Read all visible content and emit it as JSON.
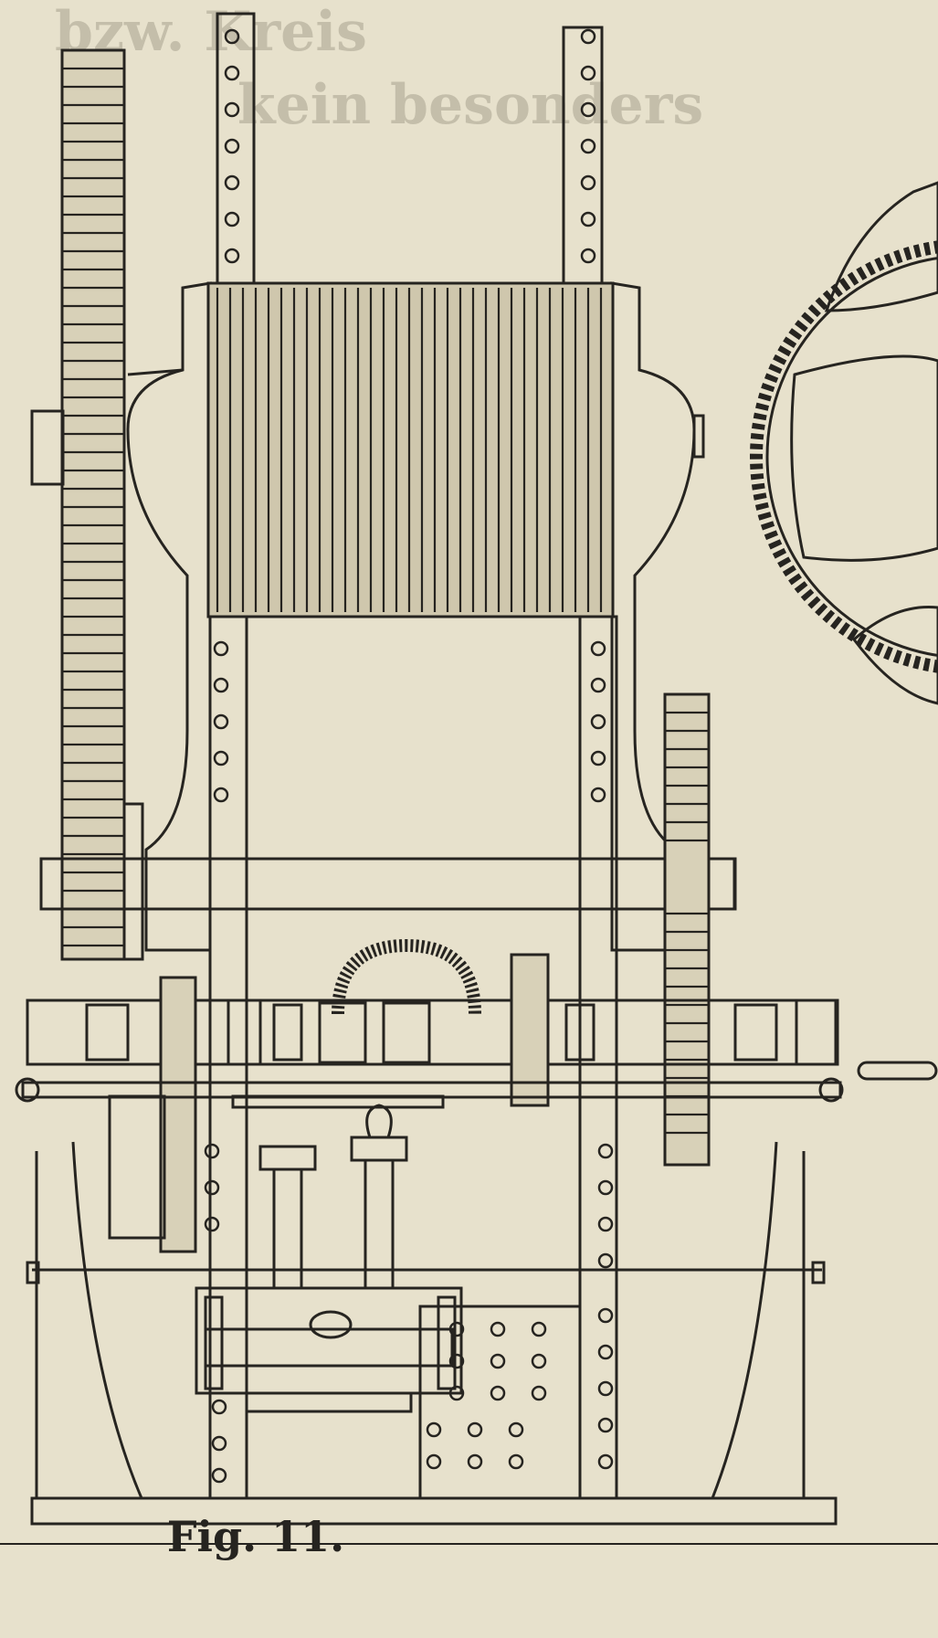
{
  "figure": {
    "caption": "Fig. 11.",
    "ink_color": "#262420",
    "paper_color": "#e7e1cc",
    "subject": "winch-mechanism-engraving"
  },
  "background_text": {
    "lines": [
      "bzw. Kreis",
      "kein besonders"
    ]
  }
}
